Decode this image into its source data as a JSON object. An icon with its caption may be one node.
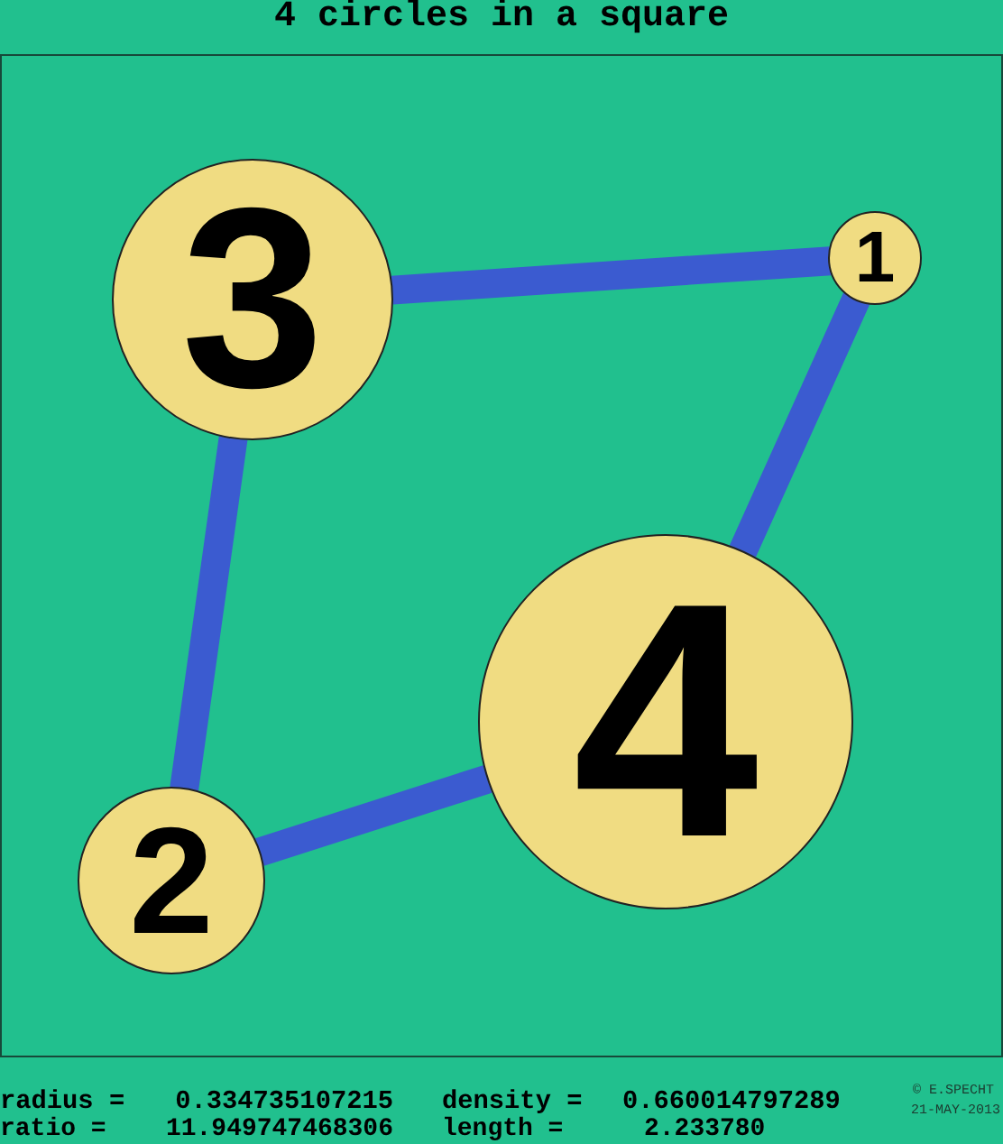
{
  "diagram": {
    "title": "4 circles in a square",
    "nodes": [
      {
        "text": [
          "3"
        ]
      },
      {
        "text": [
          "1"
        ]
      },
      {
        "text": [
          "4"
        ]
      },
      {
        "text": [
          "2"
        ]
      }
    ],
    "edges": [
      {
        "from": 0,
        "to": 1,
        "arrow": "none"
      },
      {
        "from": 1,
        "to": 2,
        "arrow": "none"
      },
      {
        "from": 2,
        "to": 3,
        "arrow": "none"
      },
      {
        "from": 3,
        "to": 0,
        "arrow": "none"
      }
    ],
    "labels": [
      "radius =",
      "0.334735107215",
      "density =",
      "0.660014797289",
      "© E.SPECHT",
      "ratio =",
      "11.949747468306",
      "length =",
      "2.233780",
      "21-MAY-2013"
    ]
  }
}
